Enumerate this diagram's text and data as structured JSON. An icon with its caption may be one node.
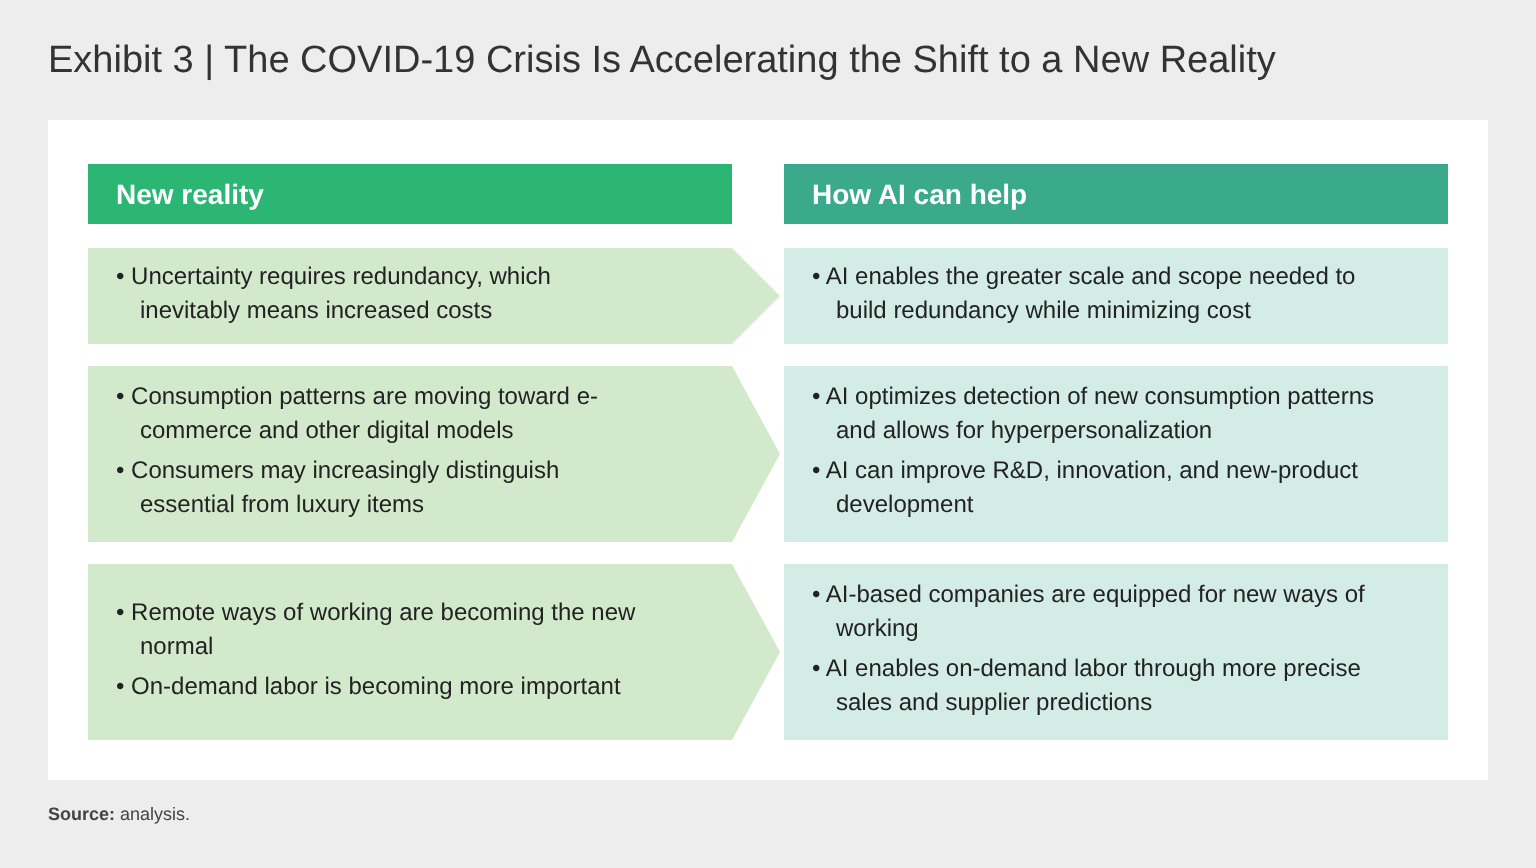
{
  "diagram": {
    "title": "Exhibit 3 | The COVID-19 Crisis Is Accelerating the Shift to a New Reality",
    "caption": "**Source:** analysis.",
    "nodes": [
      {
        "text": [
          "New reality"
        ]
      },
      {
        "text": [
          "How AI can help"
        ]
      },
      {
        "text": [
          "• Uncertainty requires redundancy, which inevitably means increased costs"
        ]
      },
      {
        "text": [
          "• AI enables the greater scale and scope needed to build redundancy while minimizing cost"
        ]
      },
      {
        "text": [
          "• Consumption patterns are moving toward e-commerce and other digital models",
          "• Consumers may increasingly distinguish essential from luxury items"
        ]
      },
      {
        "text": [
          "• AI optimizes detection of new consumption patterns and allows for hyperpersonalization",
          "• AI can improve R&D, innovation, and new-product development"
        ]
      },
      {
        "text": [
          "• Remote ways of working are becoming the new normal",
          "• On-demand labor is becoming more important"
        ]
      },
      {
        "text": [
          "• AI-based companies are equipped for new ways of working",
          "• AI enables on-demand labor through more precise sales and supplier predictions"
        ]
      }
    ],
    "edges": [
      {
        "from": 2,
        "to": 3,
        "arrow": "to"
      },
      {
        "from": 4,
        "to": 5,
        "arrow": "to"
      },
      {
        "from": 6,
        "to": 7,
        "arrow": "to"
      }
    ]
  }
}
